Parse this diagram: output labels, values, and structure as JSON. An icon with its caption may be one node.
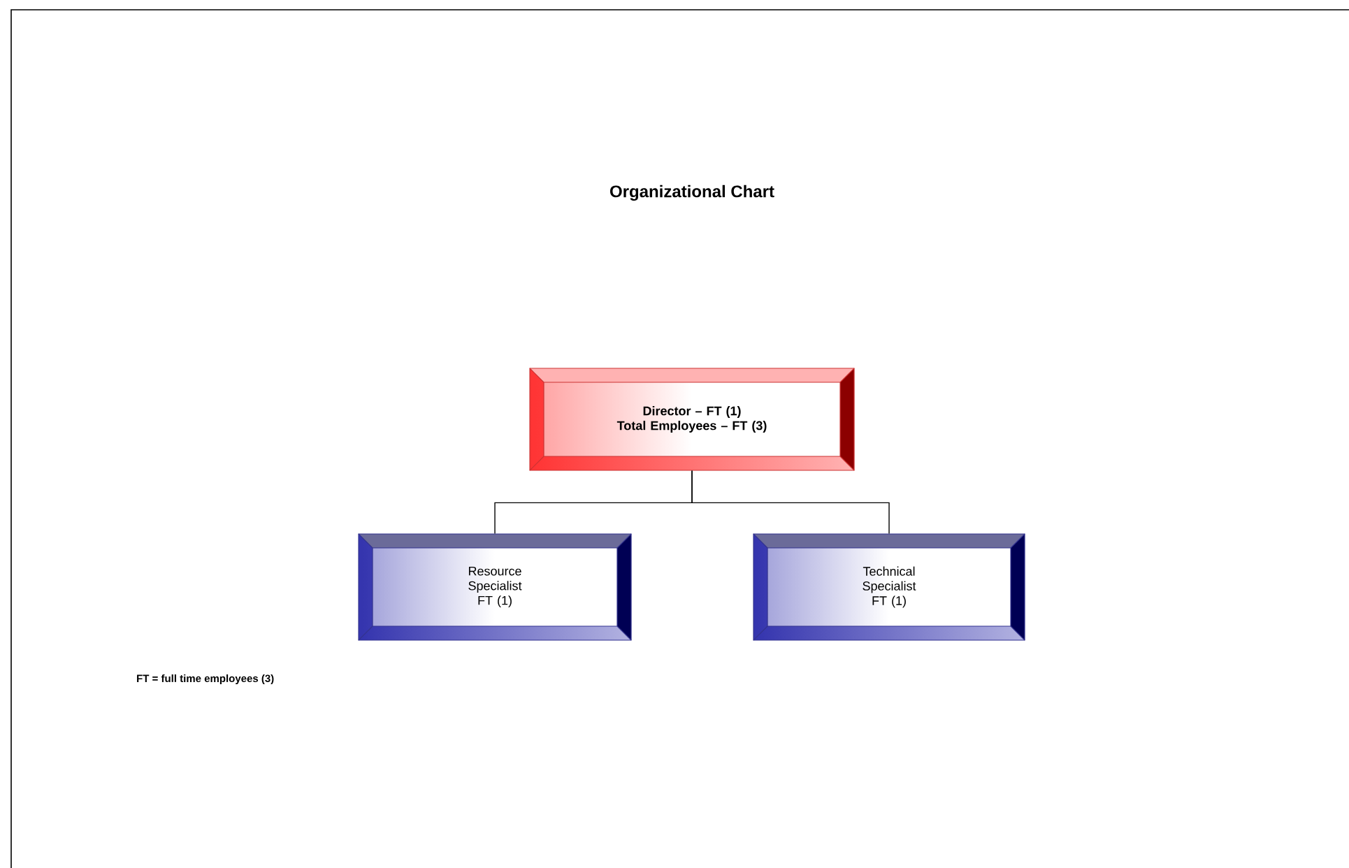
{
  "diagram": {
    "title": "Organizational Chart",
    "nodes": [
      {
        "text": [
          "Director – FT (1)",
          "Total Employees – FT (3)"
        ]
      },
      {
        "text": [
          "Resource Specialist FT (1)"
        ]
      },
      {
        "text": [
          "Technical Specialist FT (1)"
        ]
      }
    ],
    "edges": [
      {
        "from": 0,
        "to": 1,
        "arrow": "none"
      },
      {
        "from": 0,
        "to": 2,
        "arrow": "none"
      }
    ],
    "labels": [
      "FT = full time employees (3)"
    ]
  }
}
